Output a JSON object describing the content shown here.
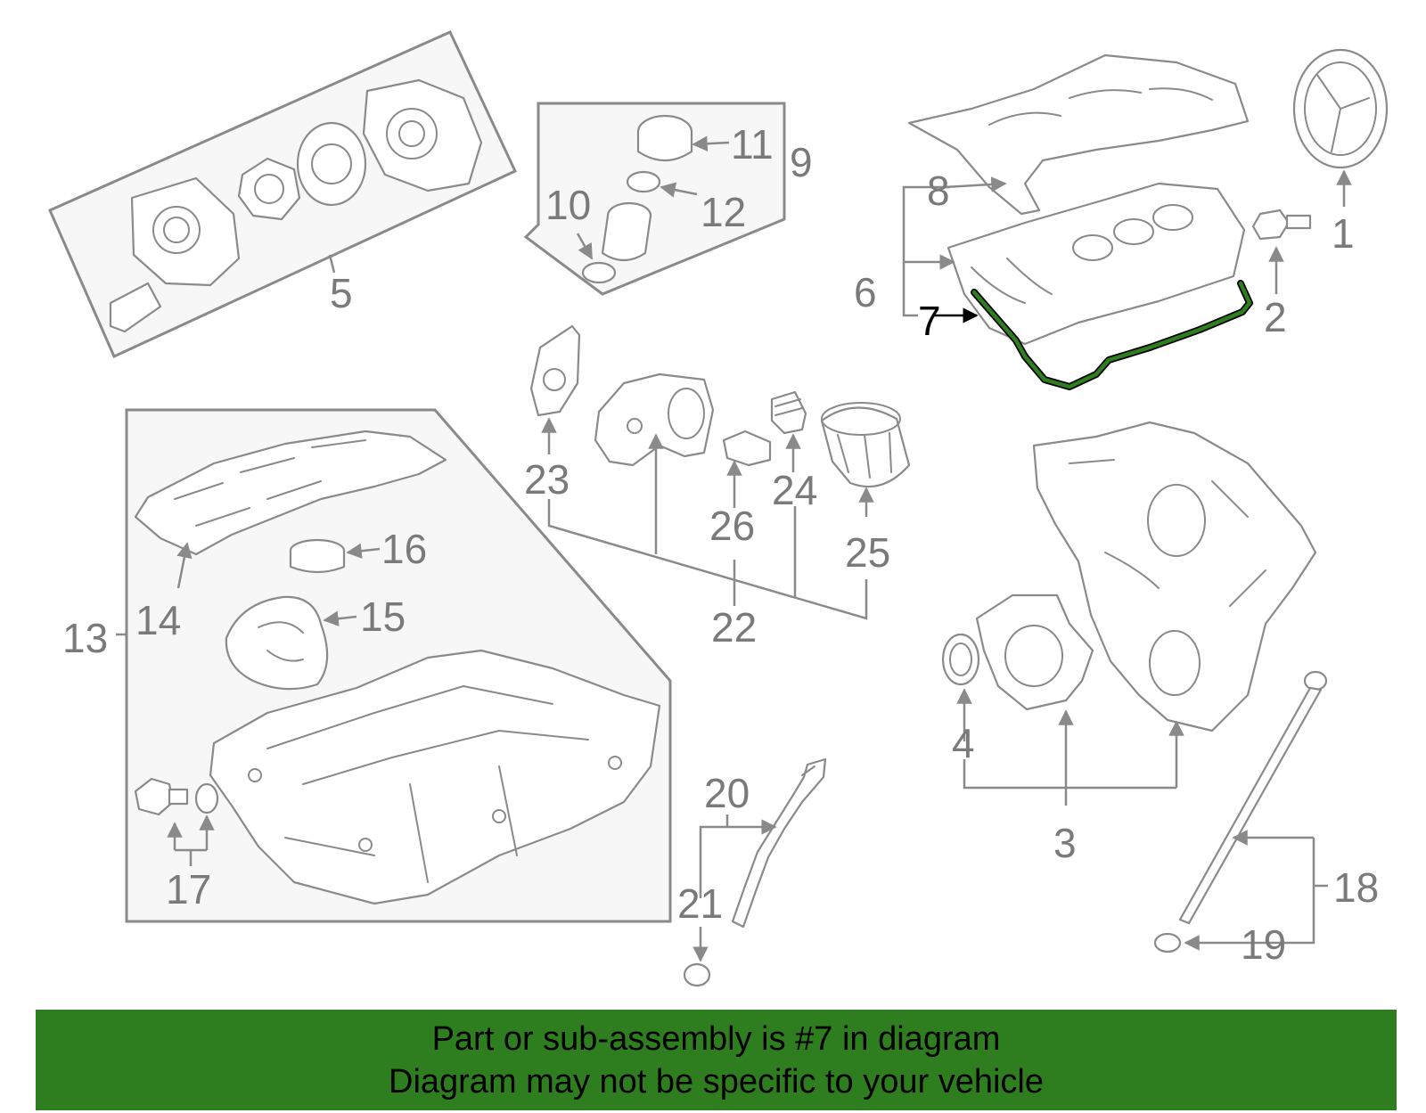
{
  "callouts": {
    "c1": "1",
    "c2": "2",
    "c3": "3",
    "c4": "4",
    "c5": "5",
    "c6": "6",
    "c7": "7",
    "c8": "8",
    "c9": "9",
    "c10": "10",
    "c11": "11",
    "c12": "12",
    "c13": "13",
    "c14": "14",
    "c15": "15",
    "c16": "16",
    "c17": "17",
    "c18": "18",
    "c19": "19",
    "c20": "20",
    "c21": "21",
    "c22": "22",
    "c23": "23",
    "c24": "24",
    "c25": "25",
    "c26": "26"
  },
  "highlight": {
    "part_number": "7",
    "color": "#2e7d1e"
  },
  "banner": {
    "line1": "Part or sub-assembly is #7 in diagram",
    "line2": "Diagram may not be specific to your vehicle",
    "background": "#2e7d1e"
  }
}
